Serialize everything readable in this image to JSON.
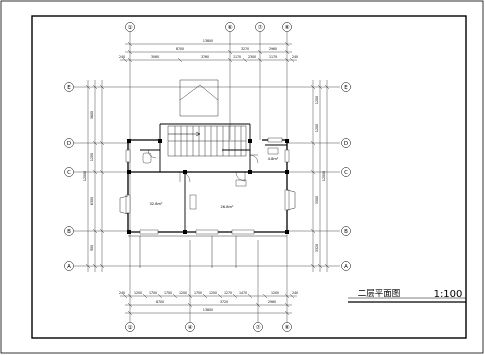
{
  "drawing": {
    "title": "二层平面图",
    "scale": "1:100"
  },
  "axes": {
    "top": [
      "①",
      "⑥",
      "⑦",
      "⑧"
    ],
    "bottom": [
      "①",
      "④",
      "⑦",
      "⑧"
    ],
    "left": [
      "E",
      "D",
      "C",
      "B",
      "A"
    ],
    "right": [
      "E",
      "D",
      "C",
      "B",
      "A"
    ]
  },
  "dimensions": {
    "top_overall": "13800",
    "top_mid": [
      "8700",
      "3270",
      "2960"
    ],
    "top_detail": [
      "240",
      "3060",
      "3760",
      "1170",
      "2300",
      "1170",
      "240"
    ],
    "bottom_overall": "13800",
    "bottom_mid": [
      "8700",
      "3720",
      "2960"
    ],
    "bottom_detail": [
      "240",
      "1200",
      "1700",
      "1700",
      "1200",
      "1700",
      "1200",
      "1270",
      "1470",
      "1200",
      "240"
    ],
    "left_overall": "12000",
    "left_mid": [
      "3600",
      "1200",
      "6300",
      "900"
    ],
    "right_overall": "12000",
    "right_mid": [
      "1200",
      "1200",
      "3500",
      "3320"
    ]
  },
  "rooms": [
    {
      "label": "4.8m²"
    },
    {
      "label": "32.8m²"
    },
    {
      "label": "26.8m²"
    }
  ]
}
